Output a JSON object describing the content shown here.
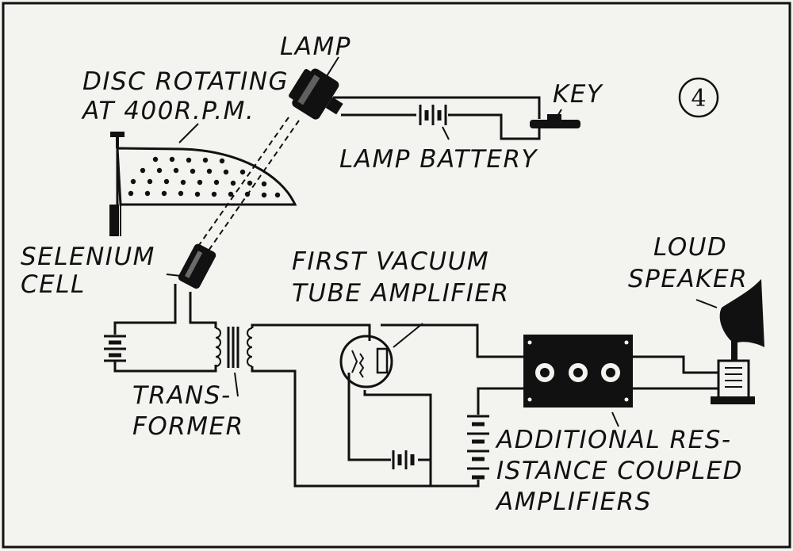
{
  "figure_number": "4",
  "labels": {
    "lamp": "LAMP",
    "disc_line1": "DISC ROTATING",
    "disc_line2": "AT 400R.P.M.",
    "key": "KEY",
    "lamp_battery": "LAMP BATTERY",
    "selenium_line1": "SELENIUM",
    "selenium_line2": "CELL",
    "amp_line1": "FIRST VACUUM",
    "amp_line2": "TUBE AMPLIFIER",
    "speaker_line1": "LOUD",
    "speaker_line2": "SPEAKER",
    "transformer_line1": "TRANS-",
    "transformer_line2": "FORMER",
    "additional_line1": "ADDITIONAL RES-",
    "additional_line2": "ISTANCE COUPLED",
    "additional_line3": "AMPLIFIERS"
  }
}
